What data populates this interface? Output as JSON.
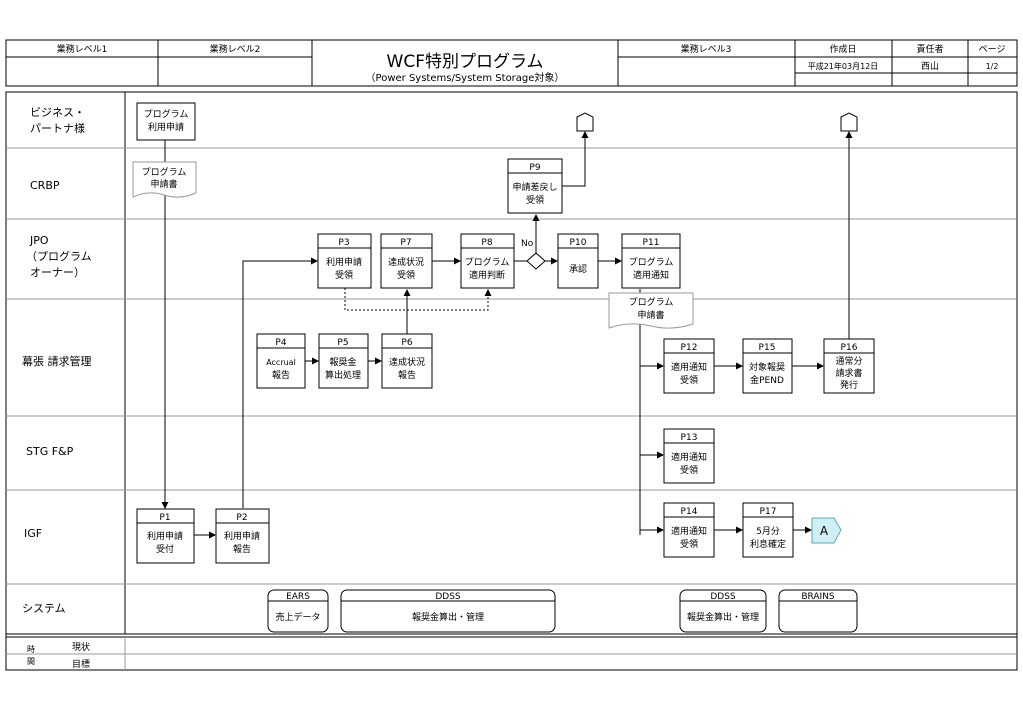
{
  "header": {
    "level1_label": "業務レベル1",
    "level2_label": "業務レベル2",
    "title": "WCF特別プログラム",
    "subtitle": "（Power Systems/System Storage対象）",
    "level3_label": "業務レベル3",
    "created_label": "作成日",
    "created_value": "平成21年03月12日",
    "owner_label": "責任者",
    "owner_value": "西山",
    "page_label": "ページ",
    "page_value": "1/2"
  },
  "lanes": [
    {
      "line1": "ビジネス・",
      "line2": "パートナ様"
    },
    {
      "line1": "CRBP",
      "line2": ""
    },
    {
      "line1": "JPO",
      "line2": "（プログラム",
      "line3": "オーナー）"
    },
    {
      "line1": "幕張 請求管理",
      "line2": ""
    },
    {
      "line1": "STG F&P",
      "line2": ""
    },
    {
      "line1": "IGF",
      "line2": ""
    },
    {
      "line1": "システム",
      "line2": ""
    }
  ],
  "process_bp": {
    "line1": "プログラム",
    "line2": "利用申請"
  },
  "documents": {
    "crbp_doc": {
      "line1": "プログラム",
      "line2": "申請書"
    },
    "jpo_doc": {
      "line1": "プログラム",
      "line2": "申請書"
    }
  },
  "processes": {
    "p1": {
      "id": "P1",
      "line1": "利用申請",
      "line2": "受付"
    },
    "p2": {
      "id": "P2",
      "line1": "利用申請",
      "line2": "報告"
    },
    "p3": {
      "id": "P3",
      "line1": "利用申請",
      "line2": "受領"
    },
    "p4": {
      "id": "P4",
      "line1": "Accrual",
      "line2": "報告"
    },
    "p5": {
      "id": "P5",
      "line1": "報奨金",
      "line2": "算出処理"
    },
    "p6": {
      "id": "P6",
      "line1": "達成状況",
      "line2": "報告"
    },
    "p7": {
      "id": "P7",
      "line1": "達成状況",
      "line2": "受領"
    },
    "p8": {
      "id": "P8",
      "line1": "プログラム",
      "line2": "適用判断"
    },
    "p9": {
      "id": "P9",
      "line1": "申請差戻し",
      "line2": "受領"
    },
    "p10": {
      "id": "P10",
      "line1": "承認",
      "line2": ""
    },
    "p11": {
      "id": "P11",
      "line1": "プログラム",
      "line2": "適用通知"
    },
    "p12": {
      "id": "P12",
      "line1": "適用通知",
      "line2": "受領"
    },
    "p13": {
      "id": "P13",
      "line1": "適用通知",
      "line2": "受領"
    },
    "p14": {
      "id": "P14",
      "line1": "適用通知",
      "line2": "受領"
    },
    "p15": {
      "id": "P15",
      "line1": "対象報奨",
      "line2": "金PEND"
    },
    "p16": {
      "id": "P16",
      "line1": "通常分",
      "line2": "請求書",
      "line3": "発行"
    },
    "p17": {
      "id": "P17",
      "line1": "5月分",
      "line2": "利息確定"
    }
  },
  "decision_no_label": "No",
  "connector_a": "A",
  "systems": {
    "ears": {
      "name": "EARS",
      "desc": "売上データ"
    },
    "ddss1": {
      "name": "DDSS",
      "desc": "報奨金算出・管理"
    },
    "ddss2": {
      "name": "DDSS",
      "desc": "報奨金算出・管理"
    },
    "brains": {
      "name": "BRAINS",
      "desc": ""
    }
  },
  "footer": {
    "time_char1": "時",
    "time_char2": "間",
    "current_label": "現状",
    "target_label": "目標"
  },
  "colors": {
    "connector_fill": "#cfeff5",
    "connector_stroke": "#5aa9b8"
  }
}
